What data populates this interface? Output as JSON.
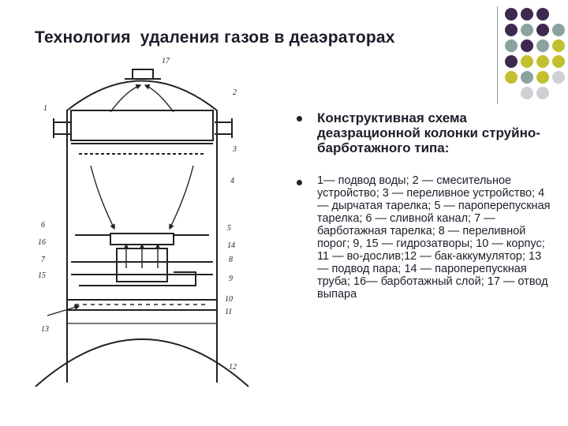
{
  "slide": {
    "title": "Технология  удаления газов в деаэраторах",
    "bullets": [
      "Конструктивная схема деазрационной колонки струйно-барботажного типа:",
      "1— подвод воды; 2 — смесительное устройство; 3 — переливное устройство; 4 — дырчатая тарелка; 5 — пароперепускная тарелка; 6 — сливной канал; 7 — барботажная тарелка; 8 — переливной порог; 9, 15 — гидрозатворы; 10 — корпус; 11 — во-дослив;12 — бак-аккумулятор; 13 — подвод пара; 14 — пароперепускная труба; 16— барботажный слой; 17 — отвод выпара"
    ]
  },
  "diagram": {
    "labels": [
      "1",
      "2",
      "3",
      "4",
      "5",
      "6",
      "7",
      "8",
      "9",
      "10",
      "11",
      "12",
      "13",
      "14",
      "15",
      "16",
      "17"
    ]
  },
  "colors": {
    "purple": "#3d2a4e",
    "teal": "#8aa39e",
    "olive": "#c2c02e",
    "gray": "#cfcfd4"
  }
}
